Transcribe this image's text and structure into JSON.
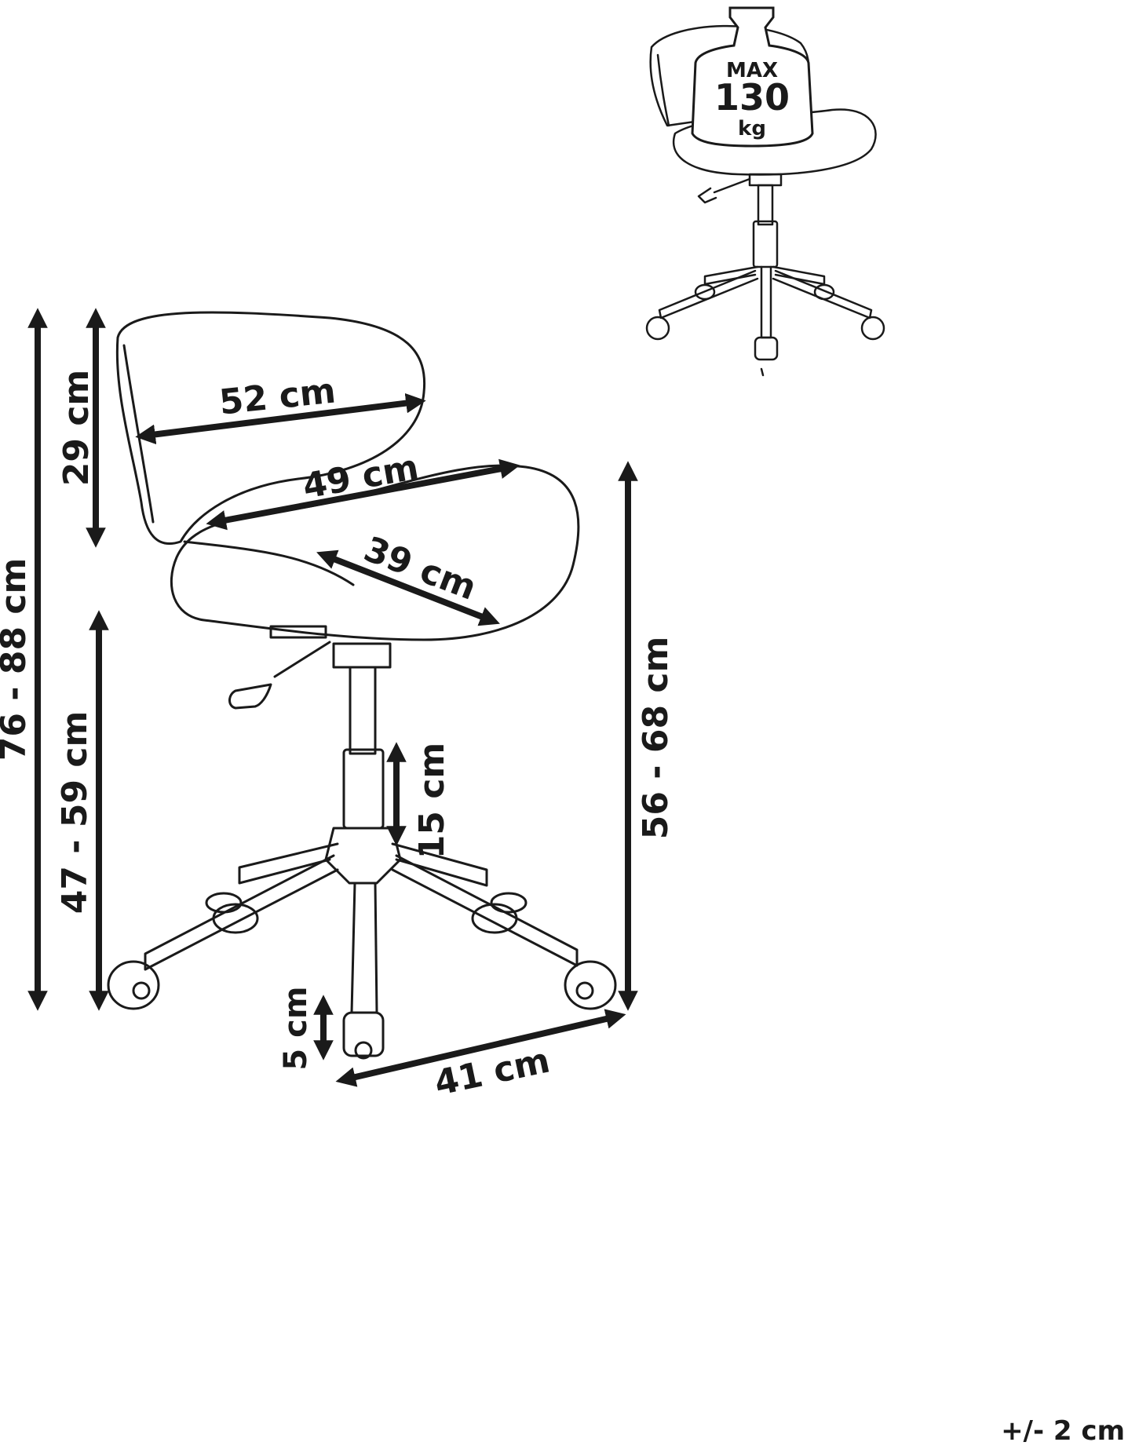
{
  "colors": {
    "ink": "#1a1a1a",
    "background": "#ffffff"
  },
  "dimensions": {
    "total_height": "76 - 88 cm",
    "backrest_height": "29 cm",
    "seat_floor_height_left": "47 - 59 cm",
    "backrest_width": "52 cm",
    "seat_width": "49 cm",
    "seat_depth": "39 cm",
    "seat_height_right": "56 - 68 cm",
    "gas_lift": "15 cm",
    "caster": "5 cm",
    "base_width": "41 cm"
  },
  "weight_badge": {
    "line1": "MAX",
    "line2": "130",
    "line3": "kg"
  },
  "tolerance": "+/- 2 cm"
}
